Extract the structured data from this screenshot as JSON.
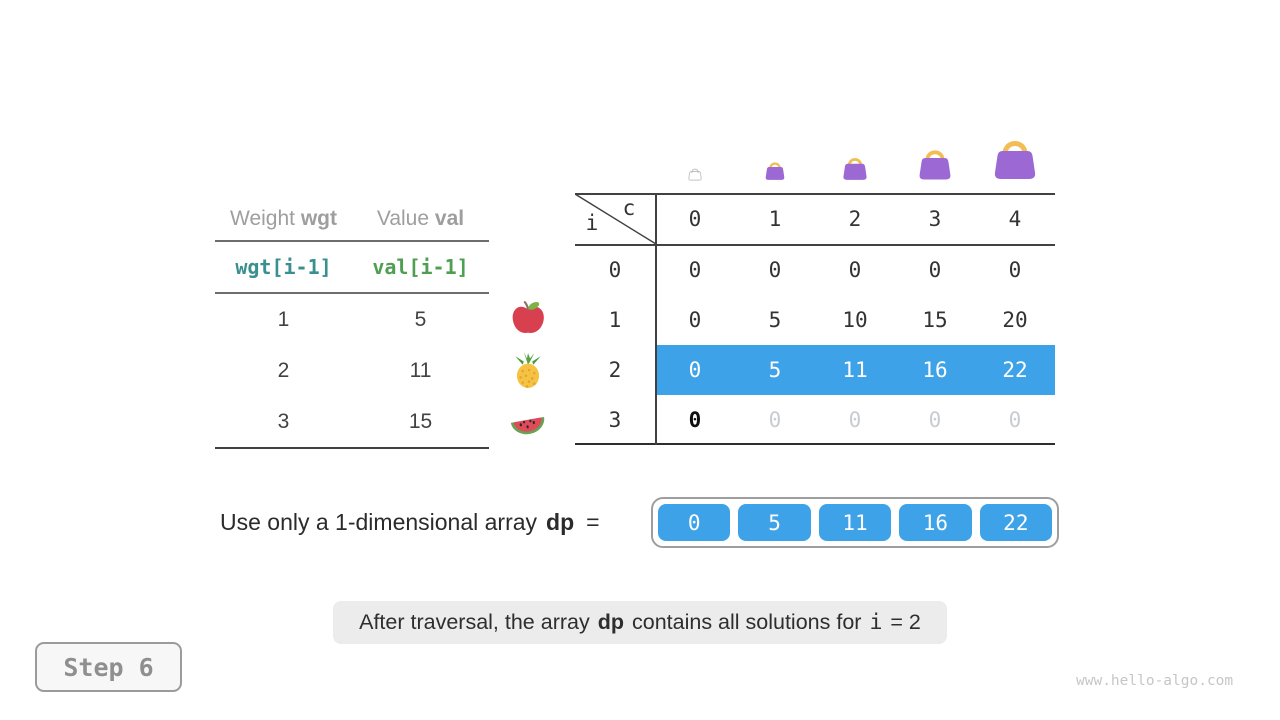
{
  "items_table": {
    "headers": [
      {
        "label": "Weight",
        "code": "wgt"
      },
      {
        "label": "Value",
        "code": "val"
      }
    ],
    "formula_row": {
      "weight": "wgt[i-1]",
      "value": "val[i-1]"
    },
    "rows": [
      {
        "weight": "1",
        "value": "5",
        "fruit": "apple-icon"
      },
      {
        "weight": "2",
        "value": "11",
        "fruit": "pineapple-icon"
      },
      {
        "weight": "3",
        "value": "15",
        "fruit": "watermelon-icon"
      }
    ]
  },
  "dp_table": {
    "corner_col_var": "c",
    "corner_row_var": "i",
    "col_headers": [
      "0",
      "1",
      "2",
      "3",
      "4"
    ],
    "rows": [
      {
        "label": "0",
        "state": "normal",
        "values": [
          "0",
          "0",
          "0",
          "0",
          "0"
        ]
      },
      {
        "label": "1",
        "state": "normal",
        "values": [
          "0",
          "5",
          "10",
          "15",
          "20"
        ]
      },
      {
        "label": "2",
        "state": "highlighted",
        "values": [
          "0",
          "5",
          "11",
          "16",
          "22"
        ]
      },
      {
        "label": "3",
        "state": "pending",
        "values": [
          "0",
          "0",
          "0",
          "0",
          "0"
        ]
      }
    ],
    "bag_icons": [
      "empty-bag-icon",
      "bag-icon-small",
      "bag-icon-medium",
      "bag-icon-large",
      "bag-icon-xlarge"
    ]
  },
  "array_line": {
    "text": "Use only a 1-dimensional array",
    "var_name": "dp",
    "equals": "=",
    "values": [
      "0",
      "5",
      "11",
      "16",
      "22"
    ]
  },
  "caption": {
    "part1": "After traversal, the array",
    "var_name": "dp",
    "part2": "contains all solutions for",
    "index_var": "i",
    "part3": "= 2"
  },
  "step_badge": {
    "label": "Step 6"
  },
  "watermark": {
    "text": "www.hello-algo.com"
  },
  "colors": {
    "highlight_blue": "#3ea2e9",
    "weight_code_teal": "#3a8f8f",
    "value_code_green": "#4f9e52",
    "bag_purple": "#9c68d3",
    "bag_handle_gold": "#f2bd55",
    "pending_gray": "#c9cdd1",
    "caption_bg": "#ececec"
  }
}
